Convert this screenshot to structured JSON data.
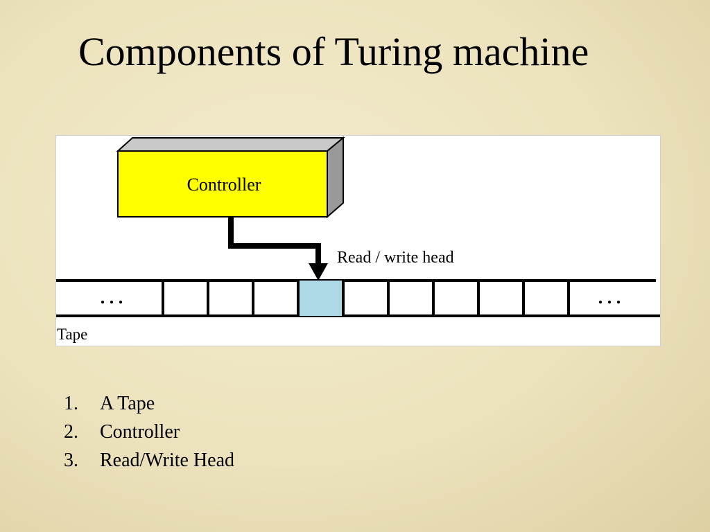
{
  "slide": {
    "title": "Components of Turing machine"
  },
  "diagram": {
    "controller_label": "Controller",
    "head_label": "Read / write head",
    "tape_label": "Tape",
    "ellipsis_left": ". . .",
    "ellipsis_right": ". . .",
    "tape_cell_count": 9,
    "head_cell_index": 3,
    "colors": {
      "controller_fill": "#ffff00",
      "controller_side": "#999999",
      "head_cell": "#add8e6",
      "line": "#000000"
    }
  },
  "components": [
    {
      "number": "1.",
      "label": "A Tape"
    },
    {
      "number": "2.",
      "label": "Controller"
    },
    {
      "number": "3.",
      "label": "Read/Write Head"
    }
  ]
}
